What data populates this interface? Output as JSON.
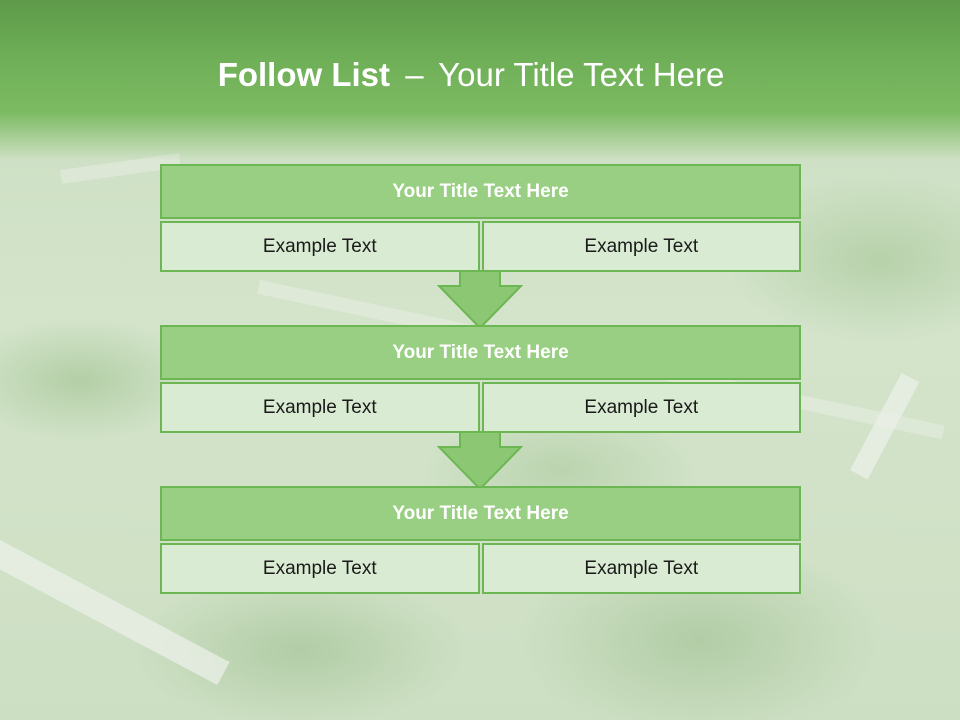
{
  "slide": {
    "title_bold": "Follow List",
    "title_separator": "–",
    "title_rest": "Your Title Text Here"
  },
  "blocks": [
    {
      "title": "Your Title Text Here",
      "cells": [
        "Example Text",
        "Example Text"
      ]
    },
    {
      "title": "Your Title Text Here",
      "cells": [
        "Example Text",
        "Example Text"
      ]
    },
    {
      "title": "Your Title Text Here",
      "cells": [
        "Example Text",
        "Example Text"
      ]
    }
  ],
  "colors": {
    "header_green": "#6eae56",
    "block_title_fill": "#99cf82",
    "block_border": "#6db654",
    "cell_fill": "#d9ebd2",
    "arrow_fill": "#8cc873"
  }
}
